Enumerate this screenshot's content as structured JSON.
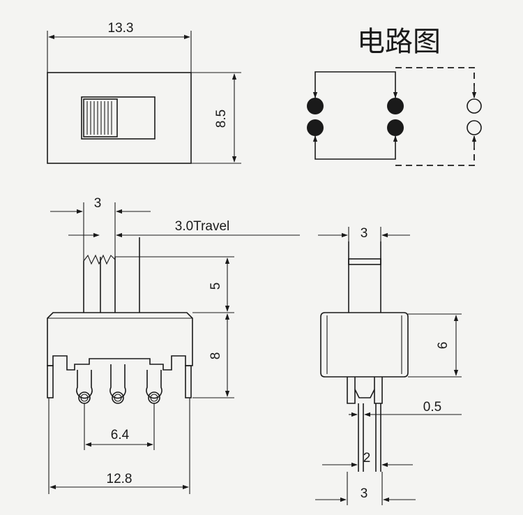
{
  "title": "电路图",
  "dimensions": {
    "top_width": "13.3",
    "top_height": "8.5",
    "actuator_width": "3",
    "travel": "3.0Travel",
    "actuator_height": "5",
    "body_height": "8",
    "pin_pitch": "6.4",
    "body_width": "12.8",
    "side_actuator_width": "3",
    "side_body_height": "6",
    "pin_thickness": "0.5",
    "pin_width": "2",
    "pin_span": "3"
  },
  "colors": {
    "ink": "#1a1a1a",
    "paper": "#f4f4f2"
  },
  "icons": {
    "contact_filled": "filled-circle",
    "contact_open": "open-circle"
  }
}
